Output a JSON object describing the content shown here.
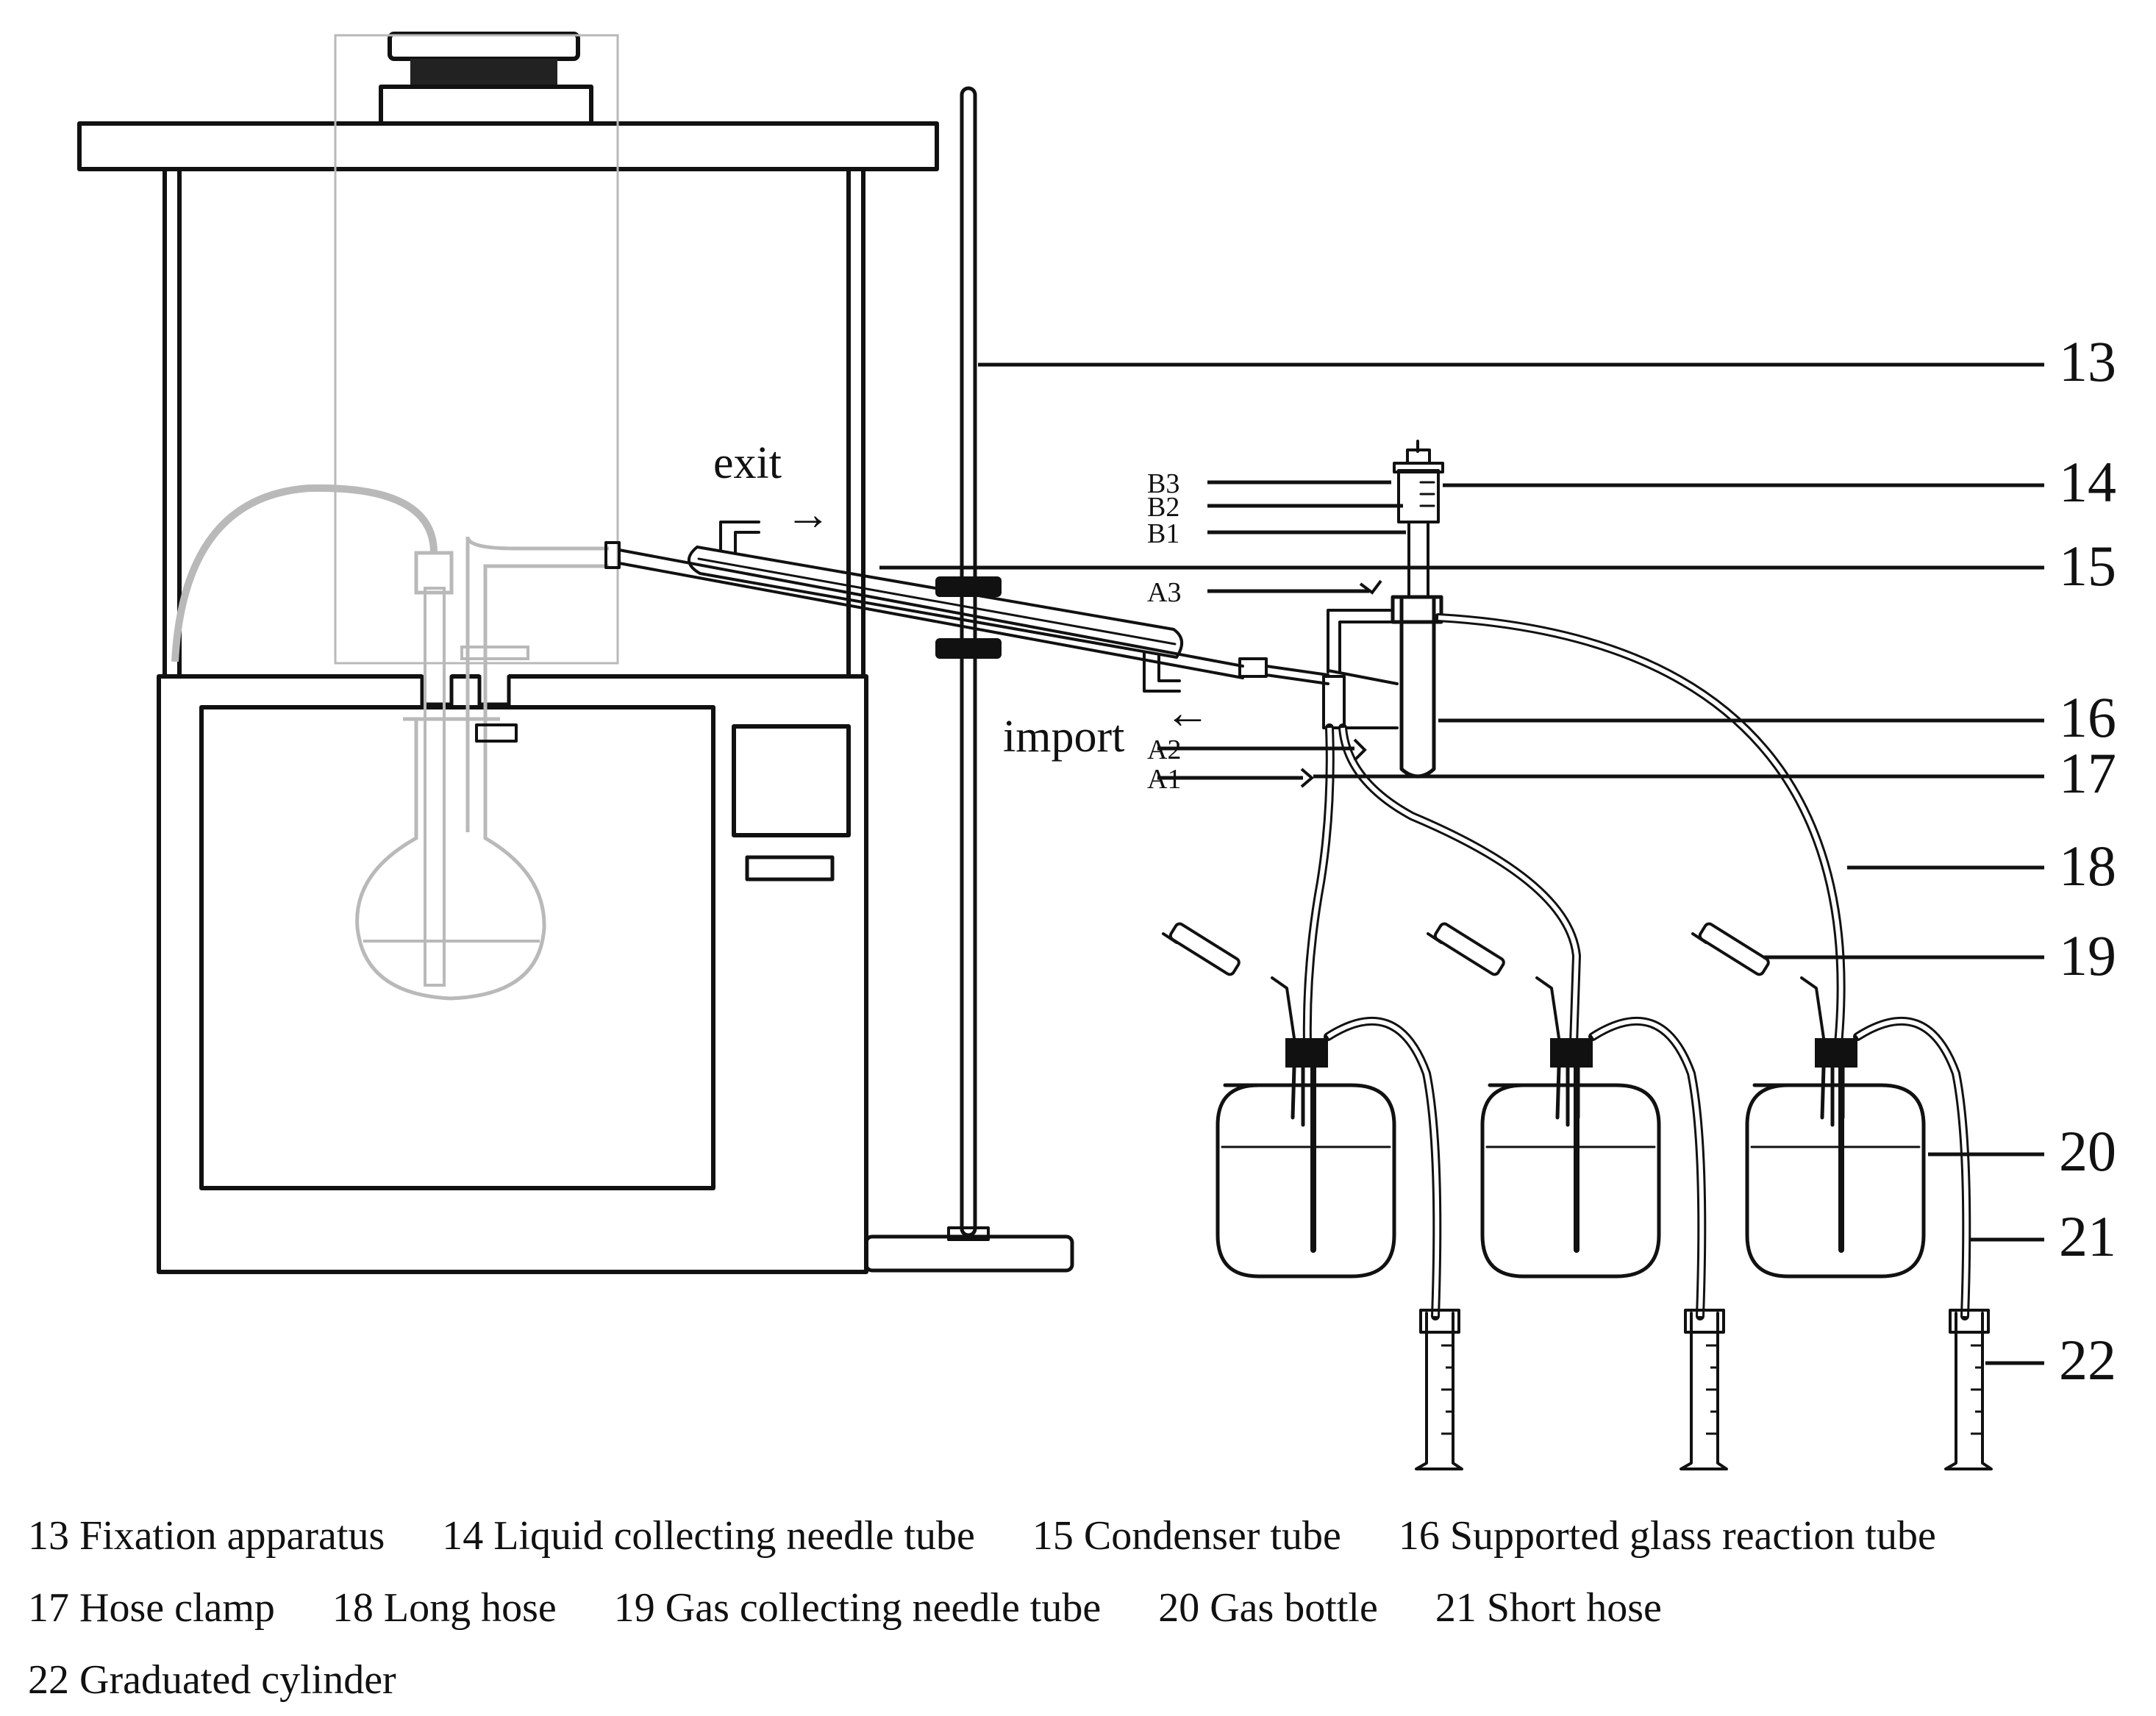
{
  "labels": {
    "exit": "exit",
    "import": "import",
    "B3": "B3",
    "B2": "B2",
    "B1": "B1",
    "A3": "A3",
    "A2": "A2",
    "A1": "A1",
    "arrow_right": "→",
    "arrow_left": "←"
  },
  "callouts": [
    "13",
    "14",
    "15",
    "16",
    "17",
    "18",
    "19",
    "20",
    "21",
    "22"
  ],
  "legend": [
    "13 Fixation apparatus",
    "14 Liquid collecting needle tube",
    "15 Condenser tube",
    "16 Supported glass reaction tube",
    "17 Hose clamp",
    "18 Long hose",
    "19 Gas collecting needle tube",
    "20 Gas bottle",
    "21 Short hose",
    "22 Graduated cylinder"
  ]
}
